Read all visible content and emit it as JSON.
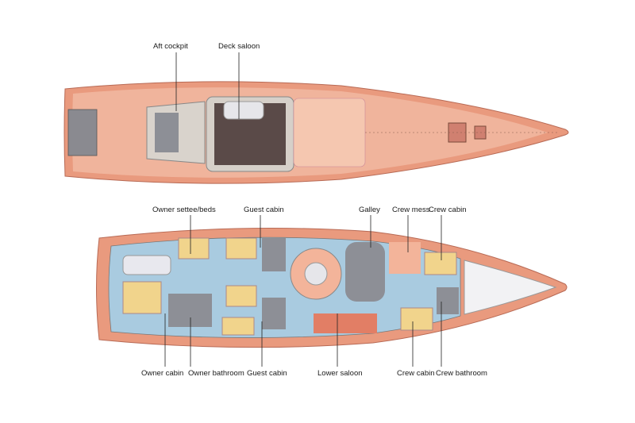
{
  "colors": {
    "hull": "#e99a7e",
    "deck": "#f0b49c",
    "water_blue": "#a9cbe0",
    "floor_grey": "#8d8f96",
    "label": "#1a1a1a"
  },
  "deck_plan": {
    "labels": [
      "Aft cockpit",
      "Deck saloon"
    ]
  },
  "lower_plan": {
    "top_labels": [
      "Owner settee/beds",
      "Guest cabin",
      "Galley",
      "Crew mess",
      "Crew cabin"
    ],
    "bottom_labels": [
      "Owner cabin",
      "Owner bathroom",
      "Guest cabin",
      "Lower saloon",
      "Crew cabin",
      "Crew bathroom"
    ]
  }
}
